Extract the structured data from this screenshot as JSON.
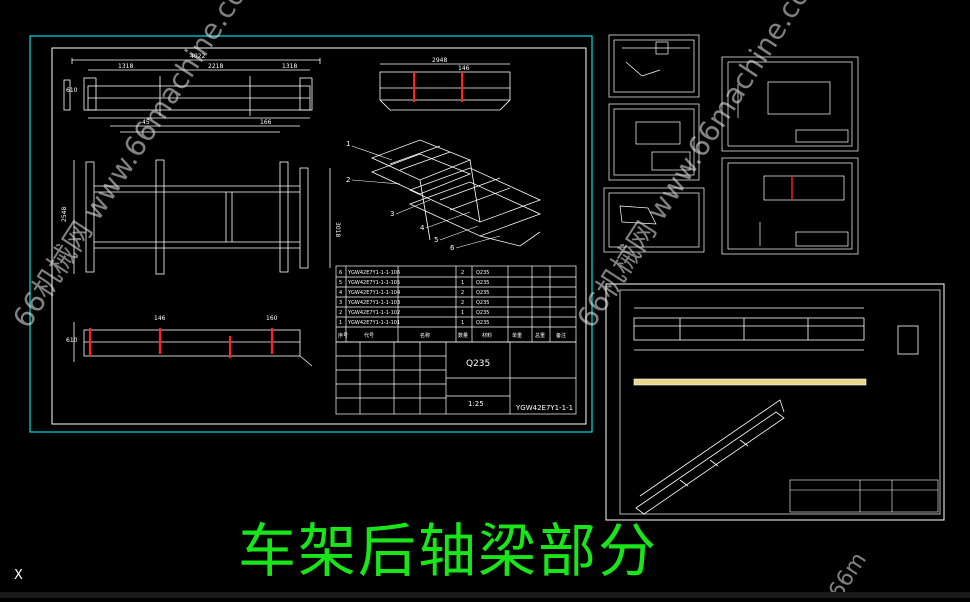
{
  "caption": "车架后轴梁部分",
  "watermark": "66机械网 www.66machine.com",
  "axis_label": "X",
  "colors": {
    "background": "#000000",
    "frame": "#00e0e0",
    "line": "#ffffff",
    "accent": "#ff2020",
    "caption": "#19e619"
  },
  "drawing": {
    "dims": {
      "total_length": "4022",
      "left_span": "1318",
      "mid_span": "2218",
      "right_span": "1318",
      "top_left": "610",
      "small_a": "45",
      "small_b": "166",
      "height_left": "2548",
      "height_right": "3018",
      "detail_top": "2948",
      "detail_right": "146",
      "front_left": "610",
      "front_mid": "146",
      "front_right": "160"
    },
    "balloons": [
      "1",
      "2",
      "3",
      "4",
      "5",
      "6"
    ],
    "bom": [
      {
        "no": "6",
        "code": "YGW42E7Y1-1-1-106",
        "qty": "2",
        "mat": "Q235"
      },
      {
        "no": "5",
        "code": "YGW42E7Y1-1-1-105",
        "qty": "1",
        "mat": "Q235"
      },
      {
        "no": "4",
        "code": "YGW42E7Y1-1-1-104",
        "qty": "2",
        "mat": "Q235"
      },
      {
        "no": "3",
        "code": "YGW42E7Y1-1-1-103",
        "qty": "2",
        "mat": "Q235"
      },
      {
        "no": "2",
        "code": "YGW42E7Y1-1-1-102",
        "qty": "1",
        "mat": "Q235"
      },
      {
        "no": "1",
        "code": "YGW42E7Y1-1-1-101",
        "qty": "1",
        "mat": "Q235"
      }
    ],
    "bom_header": [
      "序号",
      "代号",
      "名称",
      "数量",
      "材料",
      "单重",
      "总重",
      "备注"
    ],
    "title_block": {
      "material": "Q235",
      "scale": "1:25",
      "drawing_no": "YGW42E7Y1-1-1"
    }
  }
}
